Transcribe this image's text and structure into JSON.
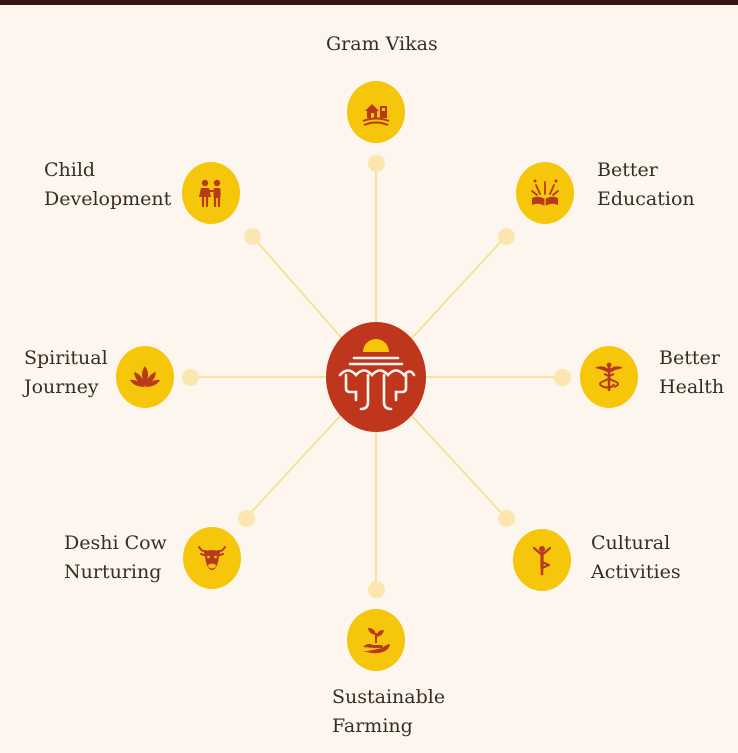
{
  "colors": {
    "background": "#fdf6ee",
    "topbar": "#3a1414",
    "hub": "#c0361d",
    "hub_sun": "#f5c60a",
    "node": "#f5c60a",
    "icon": "#b83a1e",
    "dot": "#fae6ae",
    "spoke": "#f7dd86",
    "text": "#3b2b24"
  },
  "hub": {
    "icon": "logo-temple-tree-icon"
  },
  "items": [
    {
      "id": "gram-vikas",
      "lines": [
        "Gram Vikas"
      ],
      "icon": "village-house-icon"
    },
    {
      "id": "better-education",
      "lines": [
        "Better",
        "Education"
      ],
      "icon": "open-book-sparkle-icon"
    },
    {
      "id": "better-health",
      "lines": [
        "Better",
        "Health"
      ],
      "icon": "caduceus-icon"
    },
    {
      "id": "cultural-activities",
      "lines": [
        "Cultural",
        "Activities"
      ],
      "icon": "yoga-pose-icon"
    },
    {
      "id": "sustainable-farming",
      "lines": [
        "Sustainable",
        "Farming"
      ],
      "icon": "hand-sprout-icon"
    },
    {
      "id": "deshi-cow-nurturing",
      "lines": [
        "Deshi Cow",
        "Nurturing"
      ],
      "icon": "cow-icon"
    },
    {
      "id": "spiritual-journey",
      "lines": [
        "Spiritual",
        "Journey"
      ],
      "icon": "lotus-icon"
    },
    {
      "id": "child-development",
      "lines": [
        "Child",
        "Development"
      ],
      "icon": "children-icon"
    }
  ]
}
